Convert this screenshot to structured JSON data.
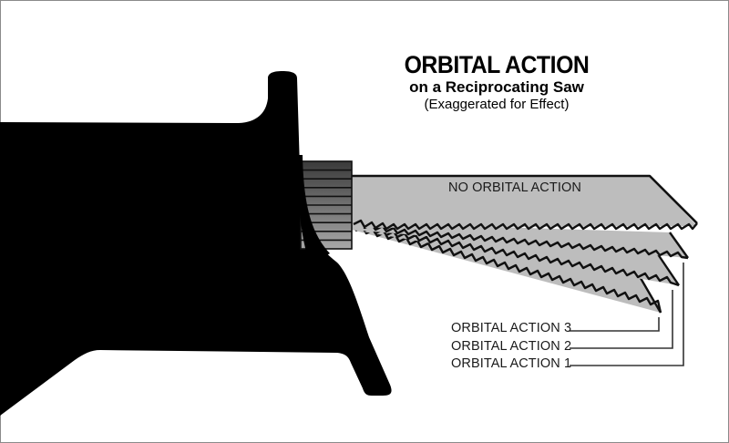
{
  "title": {
    "main": "ORBITAL ACTION",
    "subtitle": "on a Reciprocating Saw",
    "note": "(Exaggerated for Effect)"
  },
  "blades": [
    {
      "id": "none",
      "label": "NO ORBITAL ACTION"
    },
    {
      "id": "orbital-3",
      "label": "ORBITAL ACTION 3"
    },
    {
      "id": "orbital-2",
      "label": "ORBITAL ACTION 2"
    },
    {
      "id": "orbital-1",
      "label": "ORBITAL ACTION 1"
    }
  ],
  "colors": {
    "saw_body": "#000000",
    "blade_fill": "#bdbdbd",
    "outline": "#111111",
    "leader_line": "#333333",
    "frame_border": "#8a8a8a",
    "background": "#ffffff"
  }
}
